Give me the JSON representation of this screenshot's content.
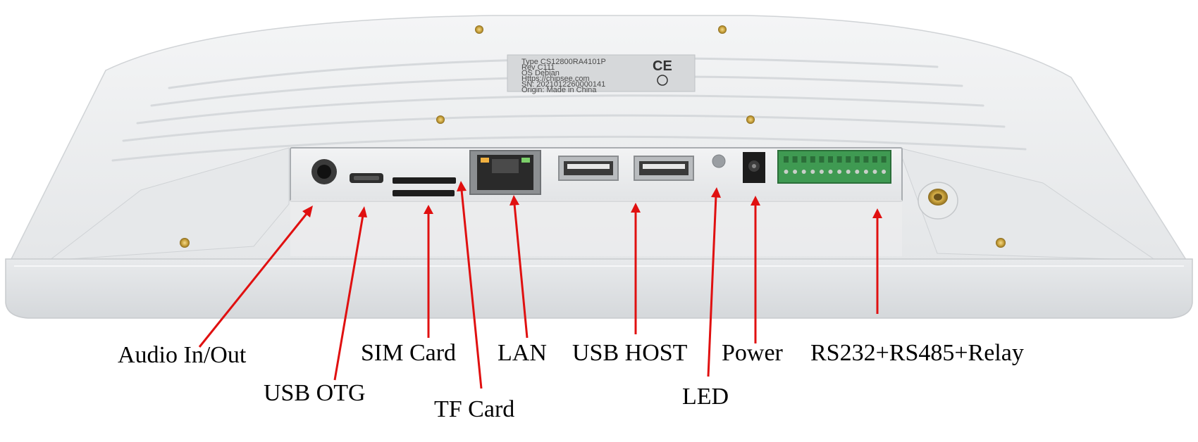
{
  "device_label": {
    "lines": [
      "Type  CS12800RA4101P",
      "Rev   C111",
      "OS    Debian",
      "Https://chipsee.com",
      "SN:  2021012260000141",
      "Origin:  Made in China"
    ],
    "mark": "CE"
  },
  "callouts": [
    {
      "id": "audio",
      "text": "Audio In/Out"
    },
    {
      "id": "usb-otg",
      "text": "USB OTG"
    },
    {
      "id": "sim",
      "text": "SIM Card"
    },
    {
      "id": "tf",
      "text": "TF Card"
    },
    {
      "id": "lan",
      "text": "LAN"
    },
    {
      "id": "usb-host",
      "text": "USB HOST"
    },
    {
      "id": "led",
      "text": "LED"
    },
    {
      "id": "power",
      "text": "Power"
    },
    {
      "id": "serial",
      "text": "RS232+RS485+Relay"
    }
  ],
  "colors": {
    "arrow": "#e01010",
    "connector_green": "#3f9a52",
    "housing": "#eceeef"
  }
}
